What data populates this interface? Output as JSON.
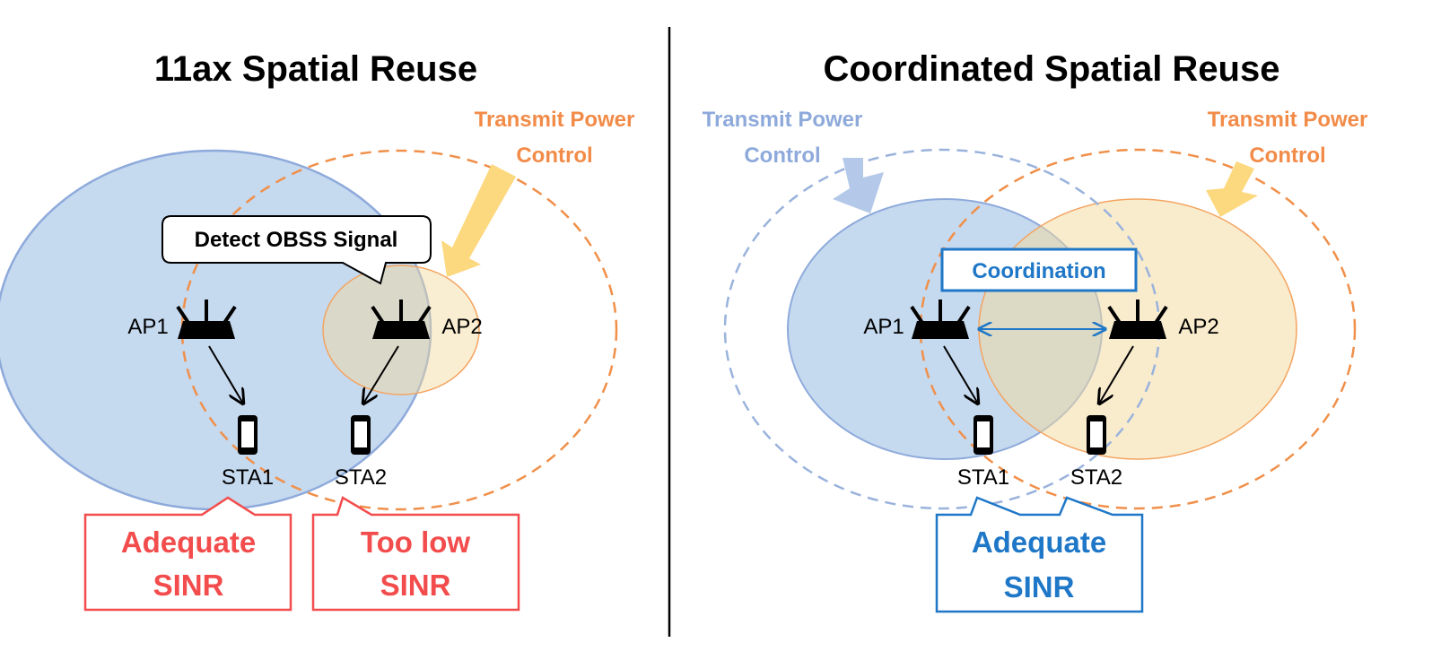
{
  "colors": {
    "blue_fill": "#c5d9ef",
    "blue_stroke": "#8eaadb",
    "orange_fill": "#fdecc1",
    "orange_stroke": "#f4a460",
    "orange_dashed": "#f0904a",
    "blue_dashed": "#9ab3dc",
    "arrow_yellow": "#fcd97f",
    "arrow_blue": "#b4c9e9",
    "tpc_orange": "#f28b48",
    "tpc_blue": "#8eaadb",
    "red": "#f34c4c",
    "coord_blue": "#1f77c8",
    "divider": "#000000"
  },
  "left": {
    "title": "11ax Spatial Reuse",
    "tpc_line1": "Transmit Power",
    "tpc_line2": "Control",
    "bubble": "Detect OBSS Signal",
    "ap1": "AP1",
    "ap2": "AP2",
    "sta1": "STA1",
    "sta2": "STA2",
    "callout1_line1": "Adequate",
    "callout1_line2": "SINR",
    "callout2_line1": "Too low",
    "callout2_line2": "SINR"
  },
  "right": {
    "title": "Coordinated Spatial Reuse",
    "tpc_left_line1": "Transmit Power",
    "tpc_left_line2": "Control",
    "tpc_right_line1": "Transmit Power",
    "tpc_right_line2": "Control",
    "coordination": "Coordination",
    "ap1": "AP1",
    "ap2": "AP2",
    "sta1": "STA1",
    "sta2": "STA2",
    "callout_line1": "Adequate",
    "callout_line2": "SINR"
  },
  "icons": {
    "router": "router-icon",
    "phone": "smartphone-icon"
  }
}
